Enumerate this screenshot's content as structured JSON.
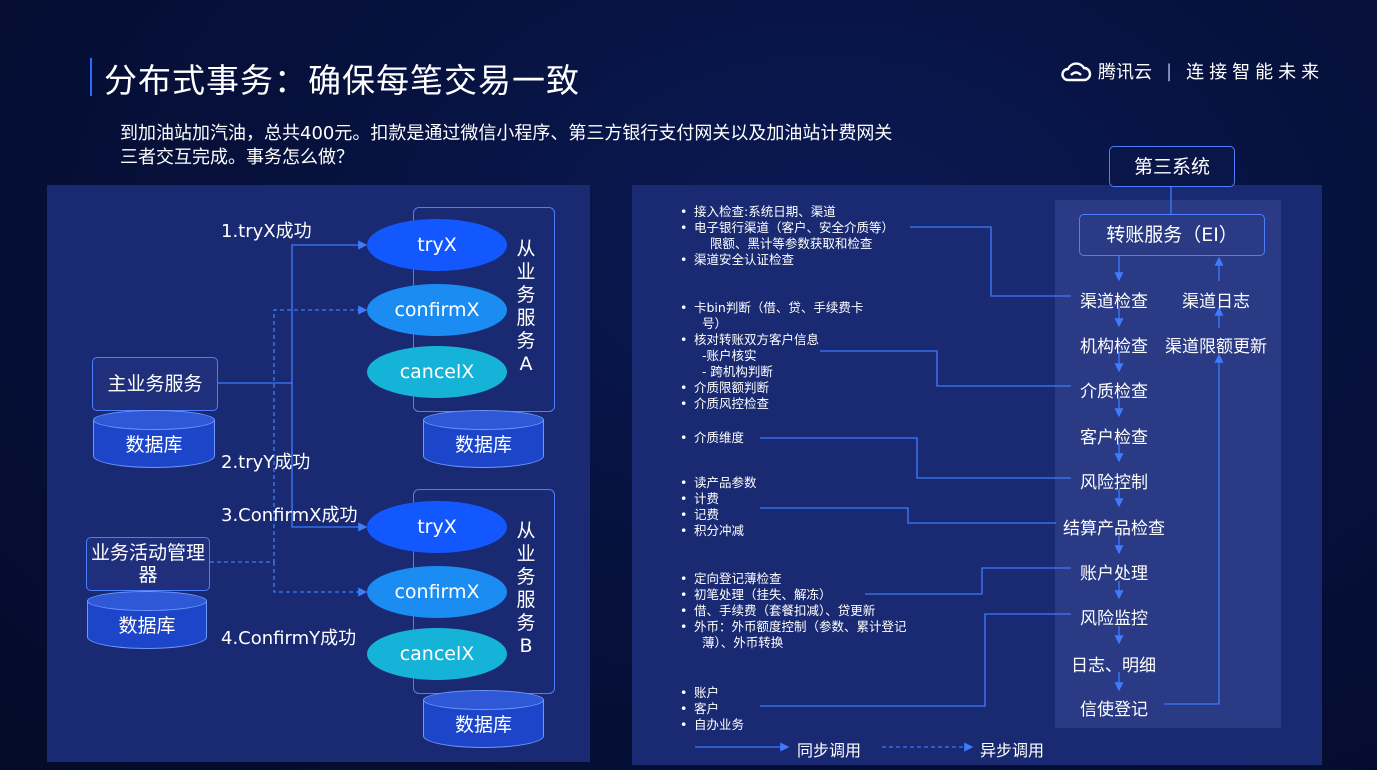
{
  "header": {
    "title": "分布式事务：确保每笔交易一致",
    "brand_name": "腾讯云",
    "separator": "|",
    "slogan": "连接智能未来"
  },
  "intro": {
    "line1": "到加油站加汽油，总共400元。扣款是通过微信小程序、第三方银行支付网关以及加油站计费网关",
    "line2": "三者交互完成。事务怎么做？"
  },
  "left": {
    "main_service": "主业务服务",
    "activity_manager": "业务活动管理器",
    "database": "数据库",
    "service_a": {
      "ops": [
        "tryX",
        "confirmX",
        "cancelX"
      ],
      "label": "从业务服务A"
    },
    "service_b": {
      "ops": [
        "tryX",
        "confirmX",
        "cancelX"
      ],
      "label": "从业务服务B"
    },
    "steps": [
      "1.tryX成功",
      "2.tryY成功",
      "3.ConfirmX成功",
      "4.ConfirmY成功"
    ]
  },
  "right": {
    "third_system": "第三系统",
    "transfer_service": "转账服务（EI）",
    "column": [
      "渠道检查",
      "机构检查",
      "介质检查",
      "客户检查",
      "风险控制",
      "结算产品检查",
      "账户处理",
      "风险监控",
      "日志、明细",
      "信使登记"
    ],
    "side": [
      "渠道日志",
      "渠道限额更新"
    ],
    "groups": [
      [
        "接入检查:系统日期、渠道",
        "电子银行渠道（客户、安全介质等）",
        "    限额、黑计等参数获取和检查",
        "渠道安全认证检查"
      ],
      [
        "卡bin判断（借、贷、手续费卡",
        "  号）",
        "核对转账双方客户信息",
        "  -账户核实",
        "  - 跨机构判断",
        "介质限额判断",
        "介质风控检查"
      ],
      [
        "介质维度"
      ],
      [
        "读产品参数",
        "计费",
        "记费",
        "积分冲减"
      ],
      [
        "定向登记薄检查",
        "初笔处理（挂失、解冻）",
        "借、手续费（套餐扣减）、贷更新",
        "外币：外币额度控制（参数、累计登记",
        "  薄）、外币转换"
      ],
      [
        "账户",
        "客户",
        "自办业务"
      ]
    ],
    "legend": {
      "sync": "同步调用",
      "async": "异步调用"
    }
  },
  "colors": {
    "accent": "#2f6bff",
    "pill_blue": "#1358ff",
    "pill_sky": "#1a8cf2",
    "pill_cyan": "#16b3d8"
  }
}
